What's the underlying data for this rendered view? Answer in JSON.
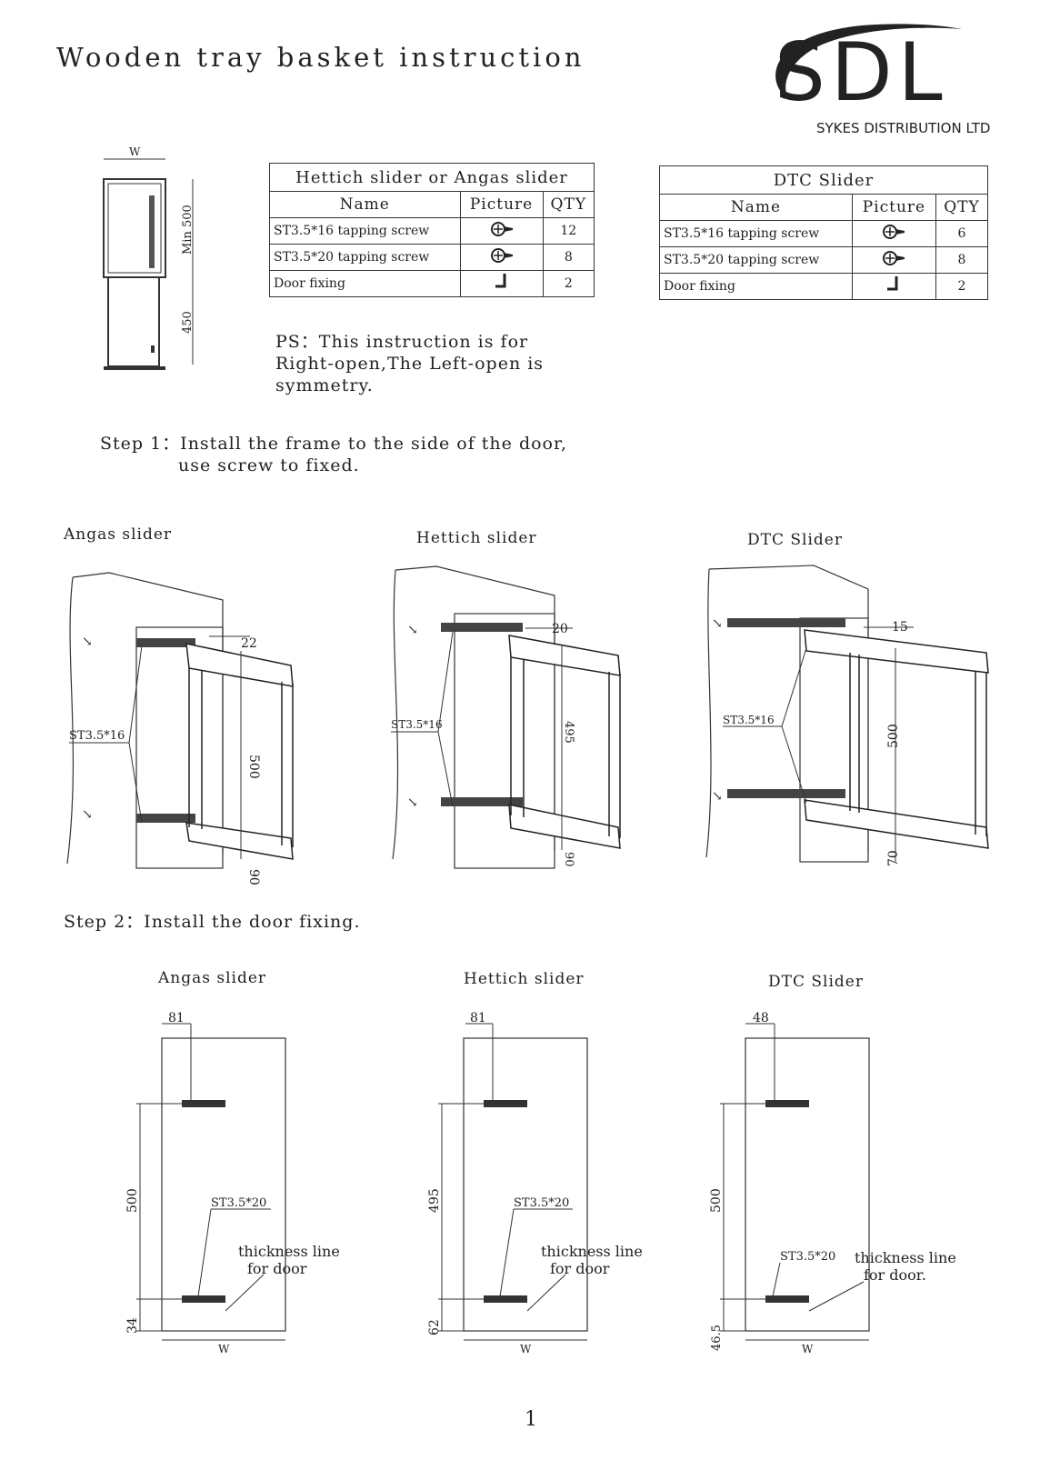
{
  "header": {
    "title": "Wooden tray basket instruction",
    "logo": {
      "text": "SDL",
      "subtitle": "SYKES DISTRIBUTION LTD"
    }
  },
  "cabinet_sketch": {
    "width_label": "W",
    "upper_dim": "Min 500",
    "lower_dim": "450"
  },
  "table_hettich": {
    "caption": "Hettich slider or Angas slider",
    "headers": [
      "Name",
      "Picture",
      "QTY"
    ],
    "rows": [
      {
        "name": "ST3.5*16 tapping screw",
        "picture": "screw-icon",
        "qty": "12"
      },
      {
        "name": "ST3.5*20 tapping screw",
        "picture": "screw-icon",
        "qty": "8"
      },
      {
        "name": "Door fixing",
        "picture": "door-fixing-icon",
        "qty": "2"
      }
    ]
  },
  "table_dtc": {
    "caption": "DTC Slider",
    "headers": [
      "Name",
      "Picture",
      "QTY"
    ],
    "rows": [
      {
        "name": "ST3.5*16 tapping screw",
        "picture": "screw-icon",
        "qty": "6"
      },
      {
        "name": "ST3.5*20 tapping screw",
        "picture": "screw-icon",
        "qty": "8"
      },
      {
        "name": "Door fixing",
        "picture": "door-fixing-icon",
        "qty": "2"
      }
    ]
  },
  "note": {
    "line1": "PS：This instruction is for",
    "line2": "Right-open,The Left-open is",
    "line3": "symmetry."
  },
  "step1": {
    "line1": "Step 1：Install the frame to the side of the door,",
    "line2": "use screw to fixed.",
    "diagrams": [
      {
        "label": "Angas slider",
        "screw": "ST3.5*16",
        "top_dim": "22",
        "side_dim": "500",
        "bottom_dim": "90"
      },
      {
        "label": "Hettich slider",
        "screw": "ST3.5*16",
        "top_dim": "20",
        "side_dim": "495",
        "bottom_dim": "90"
      },
      {
        "label": "DTC Slider",
        "screw": "ST3.5*16",
        "top_dim": "15",
        "side_dim": "500",
        "bottom_dim": "70"
      }
    ]
  },
  "step2": {
    "line1": "Step 2：Install the door fixing.",
    "diagrams": [
      {
        "label": "Angas slider",
        "top_dim": "81",
        "side_dim": "500",
        "bottom_dim": "34",
        "width": "W",
        "screw": "ST3.5*20",
        "note1": "thickness line",
        "note2": "for door"
      },
      {
        "label": "Hettich slider",
        "top_dim": "81",
        "side_dim": "495",
        "bottom_dim": "62",
        "width": "W",
        "screw": "ST3.5*20",
        "note1": "thickness line",
        "note2": "for door"
      },
      {
        "label": "DTC Slider",
        "top_dim": "48",
        "side_dim": "500",
        "bottom_dim": "46.5",
        "width": "W",
        "screw": "ST3.5*20",
        "note1": "thickness line",
        "note2": "for door."
      }
    ]
  },
  "footer": {
    "page": "1"
  }
}
